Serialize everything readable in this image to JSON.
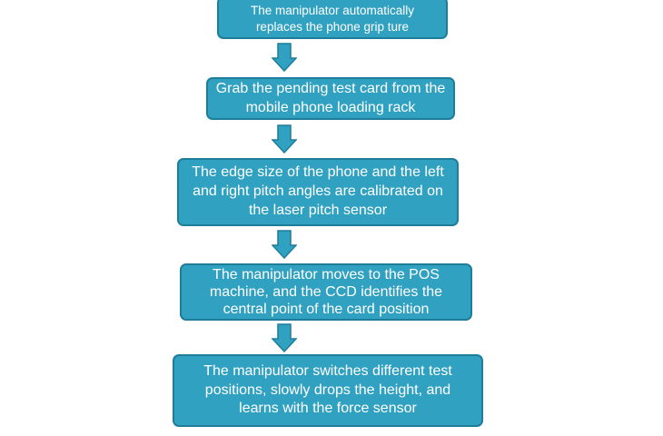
{
  "steps": [
    {
      "text": "The manipulator automatically replaces the phone grip ture"
    },
    {
      "text": "Grab the pending test card from the mobile phone loading rack"
    },
    {
      "text": "The edge size of the phone and the left and right pitch angles are calibrated on the laser pitch sensor"
    },
    {
      "text": "The manipulator moves to the POS machine, and the CCD identifies the central point of the card position"
    },
    {
      "text": "The manipulator switches different test positions, slowly drops the height, and learns with the force sensor"
    }
  ],
  "colors": {
    "fill": "#31a1c1",
    "border": "#1e7d99"
  }
}
